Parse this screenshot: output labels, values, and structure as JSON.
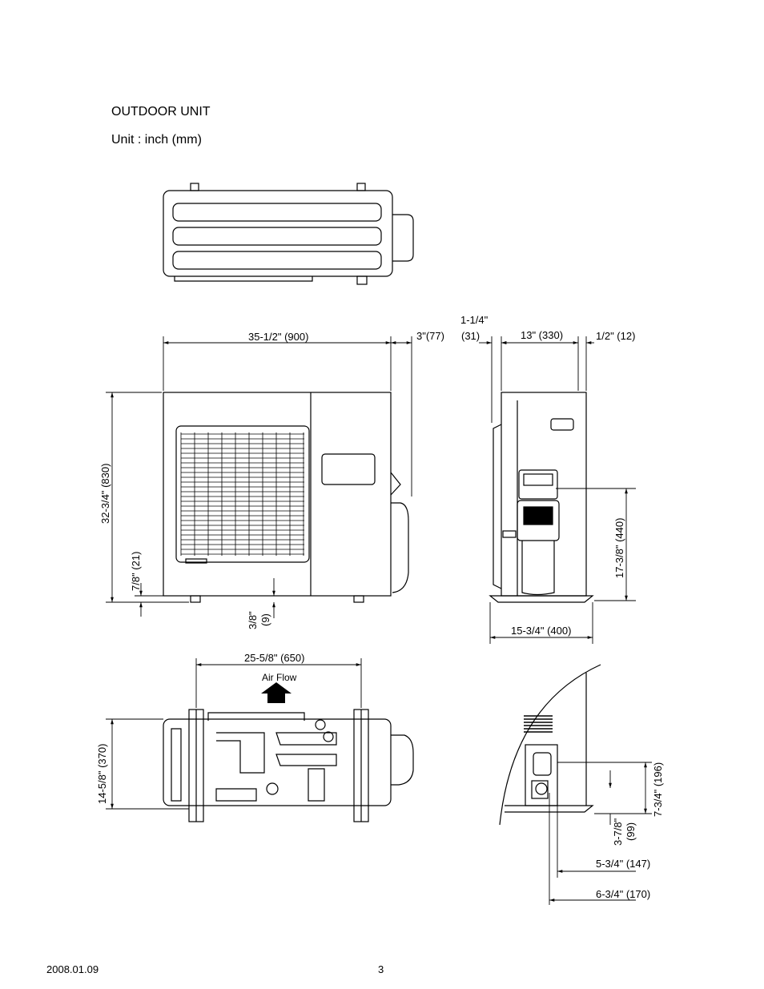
{
  "header": {
    "title": "OUTDOOR UNIT",
    "unit": "Unit : inch (mm)"
  },
  "footer": {
    "date": "2008.01.09",
    "page": "3"
  },
  "dimensions": {
    "width": "35-1/2\" (900)",
    "protrusion": "3\"(77)",
    "side_inset_a": "1-1/4\"",
    "side_inset_b": "(31)",
    "depth": "13\" (330)",
    "side_right": "1/2\" (12)",
    "height": "32-3/4\" (830)",
    "foot_height": "7/8\" (21)",
    "bottom_a": "3/8\"",
    "bottom_b": "(9)",
    "valve_height": "17-3/8\" (440)",
    "base_depth": "15-3/4\" (400)",
    "mount_pitch": "25-5/8\" (650)",
    "airflow": "Air Flow",
    "mount_depth": "14-5/8\" (370)",
    "valve_upper": "7-3/4\" (196)",
    "valve_lower_a": "3-7/8\"",
    "valve_lower_b": "(99)",
    "valve_x1": "5-3/4\" (147)",
    "valve_x2": "6-3/4\" (170)"
  }
}
